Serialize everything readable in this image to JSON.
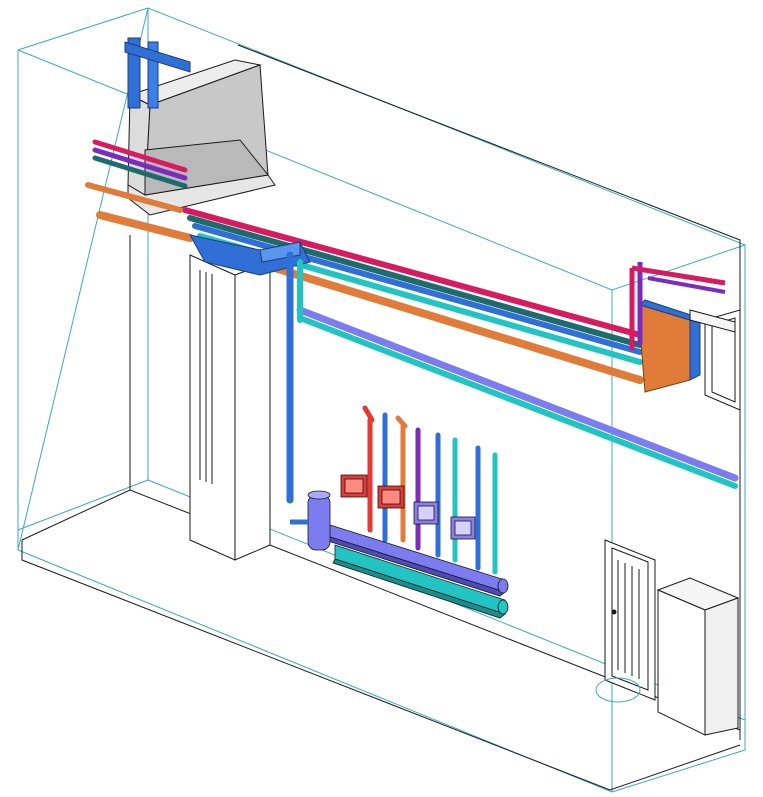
{
  "view": {
    "kind": "3d-isometric-mep-model",
    "background": "#ffffff"
  },
  "palette": {
    "bounding_box": "#38a9c8",
    "wall_line": "#1a1a1a",
    "hot_supply": "#d81b60",
    "hot_return": "#7b2cbf",
    "cold_supply": "#22c3c3",
    "heating": "#e07b39",
    "main_blue": "#2f6fd6",
    "pump_red": "#e53935",
    "pump_violet": "#8b7cf0",
    "duct_face": "#c8c8c8",
    "duct_top": "#ededed"
  },
  "elements": {
    "room_box": "room-bounding-box",
    "boiler": "air-handling-unit",
    "column": "structural-column",
    "door": "door",
    "cabinet": "utility-cabinet",
    "manifold": "pump-manifold",
    "separator": "hydraulic-separator"
  },
  "pumps": [
    {
      "id": "pump-1",
      "color": "#e53935"
    },
    {
      "id": "pump-2",
      "color": "#e53935"
    },
    {
      "id": "pump-3",
      "color": "#8b7cf0"
    },
    {
      "id": "pump-4",
      "color": "#8b7cf0"
    }
  ],
  "risers": [
    {
      "id": "riser-1",
      "color": "#e53935"
    },
    {
      "id": "riser-2",
      "color": "#2f6fd6"
    },
    {
      "id": "riser-3",
      "color": "#e07b39"
    },
    {
      "id": "riser-4",
      "color": "#7b2cbf"
    },
    {
      "id": "riser-5",
      "color": "#2f6fd6"
    },
    {
      "id": "riser-6",
      "color": "#22c3c3"
    },
    {
      "id": "riser-7",
      "color": "#2f6fd6"
    },
    {
      "id": "riser-8",
      "color": "#22c3c3"
    }
  ]
}
